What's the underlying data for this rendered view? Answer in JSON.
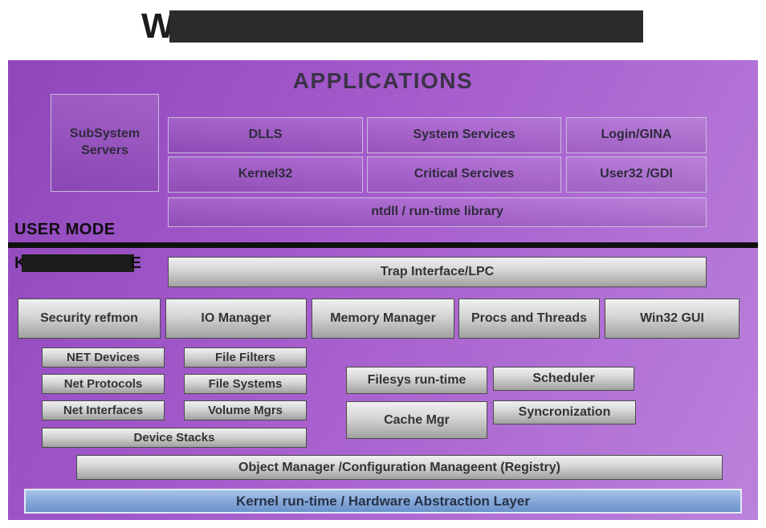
{
  "title": {
    "start_letter": "W"
  },
  "board": {
    "applications_heading": "APPLICATIONS",
    "user_mode_label": "USER MODE",
    "kernel_mode": {
      "start_letter": "K",
      "end_letter": "E"
    },
    "boxes": {
      "subsystem_servers": "SubSystem Servers",
      "dlls": "DLLS",
      "system_services": "System Services",
      "login_gina": "Login/GINA",
      "kernel32": "Kernel32",
      "critical_services": "Critical Sercives",
      "user32_gdi": "User32 /GDI",
      "ntdll": "ntdll / run-time library",
      "trap": "Trap Interface/LPC",
      "security_refmon": "Security refmon",
      "io_manager": "IO Manager",
      "memory_manager": "Memory Manager",
      "procs_threads": "Procs and Threads",
      "win32_gui": "Win32 GUI",
      "net_devices": "NET Devices",
      "file_filters": "File Filters",
      "net_protocols": "Net Protocols",
      "file_systems": "File Systems",
      "net_interfaces": "Net Interfaces",
      "volume_mgrs": "Volume Mgrs",
      "filesys_runtime": "Filesys run-time",
      "scheduler": "Scheduler",
      "cache_mgr": "Cache Mgr",
      "syncronization": "Syncronization",
      "device_stacks": "Device Stacks",
      "object_manager": "Object Manager /Configuration Manageent (Registry)",
      "hal": "Kernel run-time / Hardware Abstraction Layer"
    }
  },
  "colors": {
    "board_purple_dark": "#8f46bb",
    "board_purple_light": "#bb82dc",
    "purple_box_border": "#cbbcdc",
    "gray_box_top": "#f0f0f0",
    "gray_box_bottom": "#a0a0a0",
    "gray_box_border": "#4b4b4b",
    "hal_blue_top": "#a6c2e8",
    "hal_blue_bottom": "#6b92cb",
    "redaction_black": "#2b2b2b",
    "divider_black": "#101010"
  }
}
